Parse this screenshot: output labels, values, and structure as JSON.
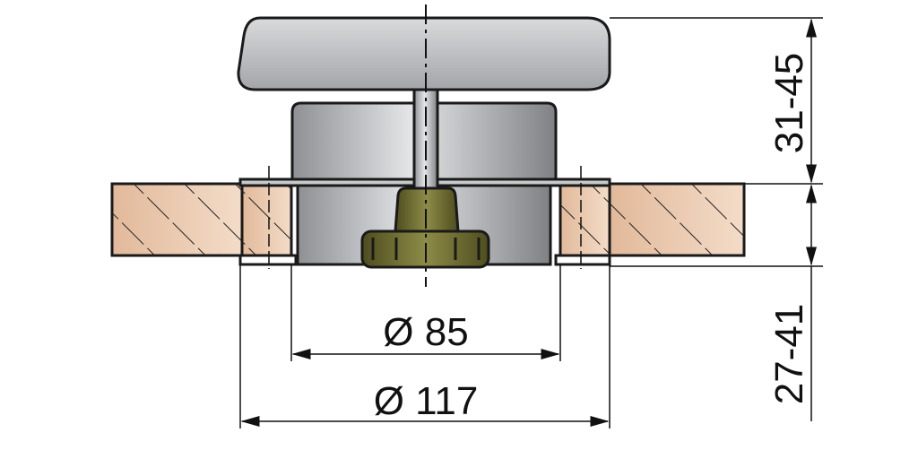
{
  "dimensions": {
    "cutout_diameter": "Ø 85",
    "flange_diameter": "Ø 117",
    "height_above_deck": "31-45",
    "deck_thickness": "27-41"
  },
  "colors": {
    "wood": "#e9c8ad",
    "knob": "#6b6a2c",
    "metal": "#b8b9bc",
    "line": "#1a1a1a"
  }
}
